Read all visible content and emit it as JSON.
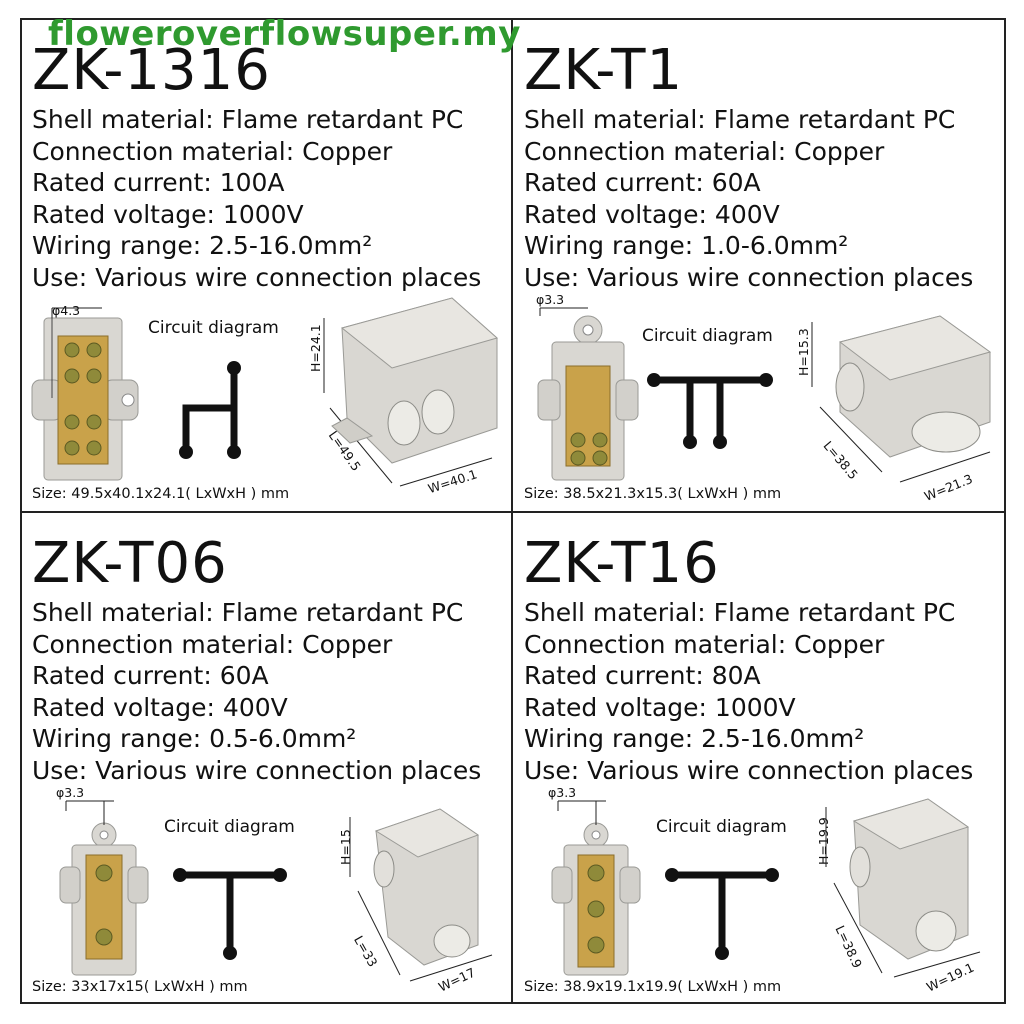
{
  "watermark": "floweroverflowsuper.my",
  "products": [
    {
      "model": "ZK-1316",
      "shell_material": "Shell material:  Flame retardant PC",
      "connection_material": "Connection material:  Copper",
      "rated_current": "Rated current:  100A",
      "rated_voltage": "Rated voltage:  1000V",
      "wiring_range": "Wiring range:  2.5-16.0mm²",
      "use": "Use:  Various wire connection places",
      "hole": "φ4.3",
      "circuit_label": "Circuit diagram",
      "dim_h": "H=24.1",
      "dim_l": "L=49.5",
      "dim_w": "W=40.1",
      "size": "Size:  49.5x40.1x24.1( LxWxH ) mm"
    },
    {
      "model": "ZK-T1",
      "shell_material": "Shell material:  Flame retardant PC",
      "connection_material": "Connection material:  Copper",
      "rated_current": "Rated current:  60A",
      "rated_voltage": "Rated voltage:  400V",
      "wiring_range": "Wiring range:  1.0-6.0mm²",
      "use": "Use:  Various wire connection places",
      "hole": "φ3.3",
      "circuit_label": "Circuit diagram",
      "dim_h": "H=15.3",
      "dim_l": "L=38.5",
      "dim_w": "W=21.3",
      "size": "Size:  38.5x21.3x15.3( LxWxH ) mm"
    },
    {
      "model": "ZK-T06",
      "shell_material": "Shell material:  Flame retardant PC",
      "connection_material": "Connection material:  Copper",
      "rated_current": "Rated current:  60A",
      "rated_voltage": "Rated voltage:  400V",
      "wiring_range": "Wiring range:  0.5-6.0mm²",
      "use": "Use:  Various wire connection places",
      "hole": "φ3.3",
      "circuit_label": "Circuit diagram",
      "dim_h": "H=15",
      "dim_l": "L=33",
      "dim_w": "W=17",
      "size": "Size:  33x17x15( LxWxH ) mm"
    },
    {
      "model": "ZK-T16",
      "shell_material": "Shell material:  Flame retardant PC",
      "connection_material": "Connection material:  Copper",
      "rated_current": "Rated current:  80A",
      "rated_voltage": "Rated voltage:  1000V",
      "wiring_range": "Wiring range:  2.5-16.0mm²",
      "use": "Use:  Various wire connection places",
      "hole": "φ3.3",
      "circuit_label": "Circuit diagram",
      "dim_h": "H=19.9",
      "dim_l": "L=38.9",
      "dim_w": "W=19.1",
      "size": "Size:  38.9x19.1x19.9( LxWxH ) mm"
    }
  ],
  "colors": {
    "watermark": "#2f9a2f",
    "housing": "#d9d7d2",
    "brass": "#c9a24a",
    "screw": "#8f8a3a",
    "schematic": "#111111"
  }
}
